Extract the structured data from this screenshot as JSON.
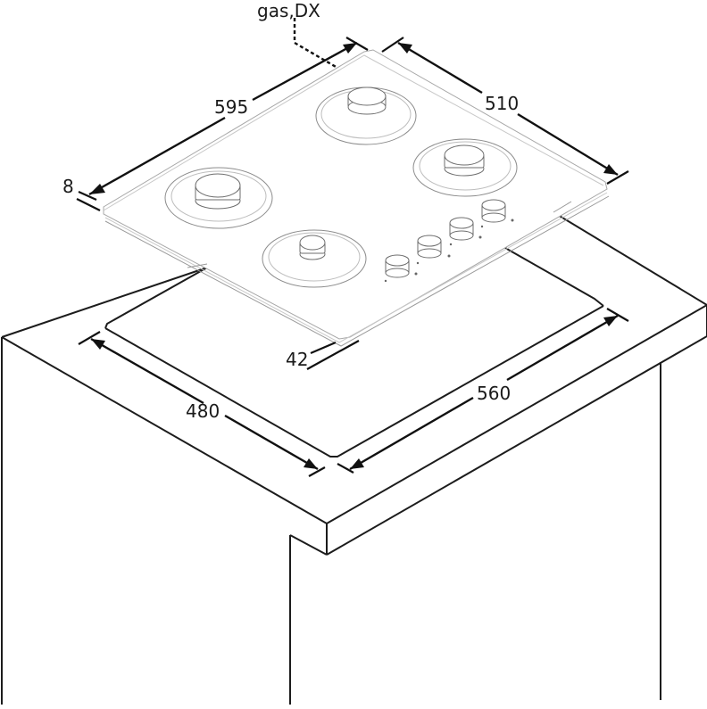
{
  "diagram": {
    "title": "Gas hob built-in installation dimensions",
    "gas_connection_label": "gas,DX",
    "dimensions": {
      "hob_width": "595",
      "hob_depth": "510",
      "glass_thickness": "8",
      "cutout_depth": "480",
      "cutout_width": "560",
      "front_offset": "42"
    },
    "components": {
      "burners": [
        {
          "name": "rear-center-burner",
          "size": "medium"
        },
        {
          "name": "left-burner",
          "size": "large"
        },
        {
          "name": "right-burner",
          "size": "medium"
        },
        {
          "name": "front-burner",
          "size": "small"
        }
      ],
      "knobs_count": 4,
      "countertop": "worktop with rectangular cutout",
      "cabinet": "base cabinet"
    },
    "colors": {
      "line": "#1c1c1c",
      "glass_edge": "#a8a8a8",
      "background": "#ffffff"
    }
  }
}
